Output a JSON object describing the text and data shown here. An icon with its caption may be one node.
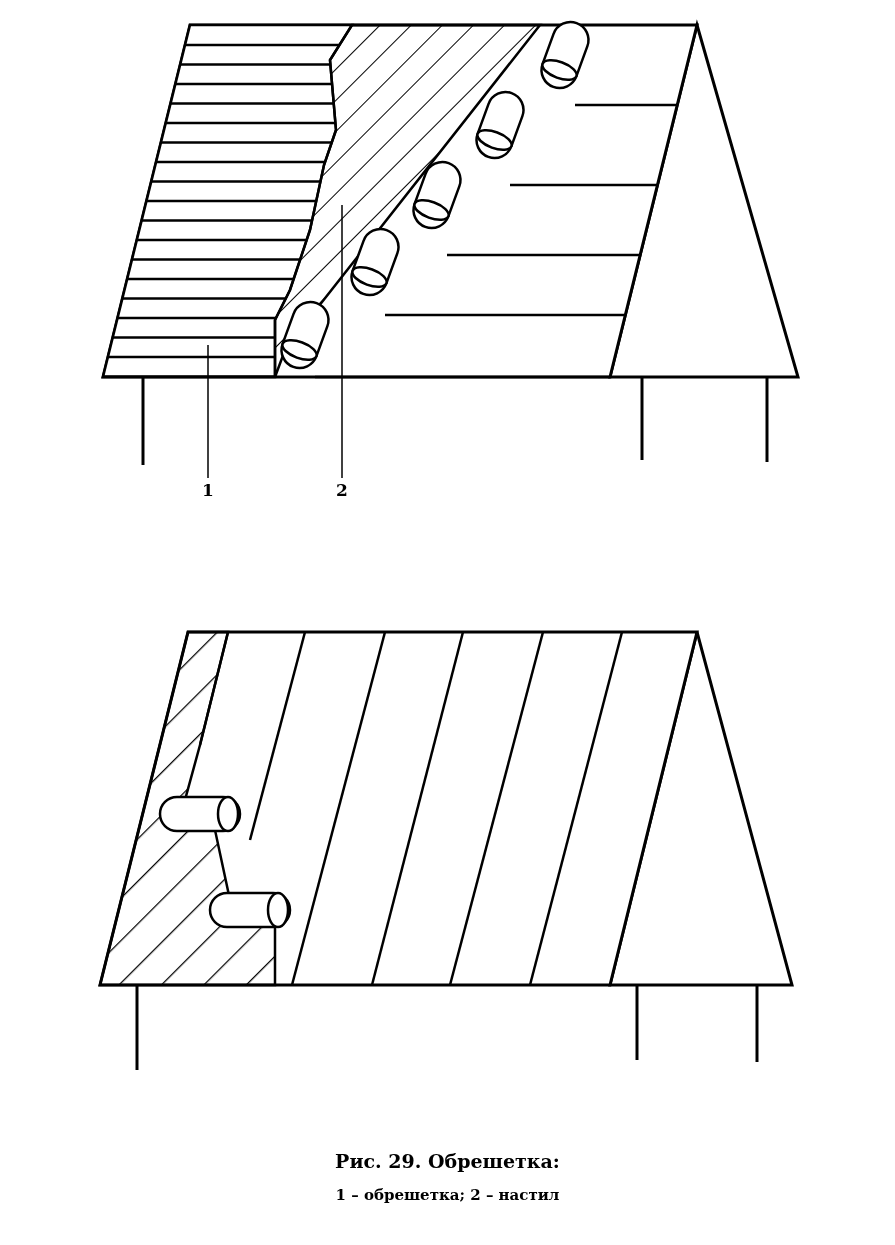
{
  "diagram": {
    "caption": "Рис. 29. Обрешетка:",
    "nodes": [
      {
        "text": [
          "1"
        ]
      },
      {
        "text": [
          "2"
        ]
      },
      {
        "text": [],
        "shape": "picture"
      },
      {
        "text": [],
        "shape": "picture"
      }
    ],
    "edges": [
      {
        "from": 0,
        "to": 2,
        "arrow": "none"
      },
      {
        "from": 1,
        "to": 3,
        "arrow": "none"
      }
    ],
    "labels": [
      "1 – обрешетка; 2 – настил"
    ]
  }
}
